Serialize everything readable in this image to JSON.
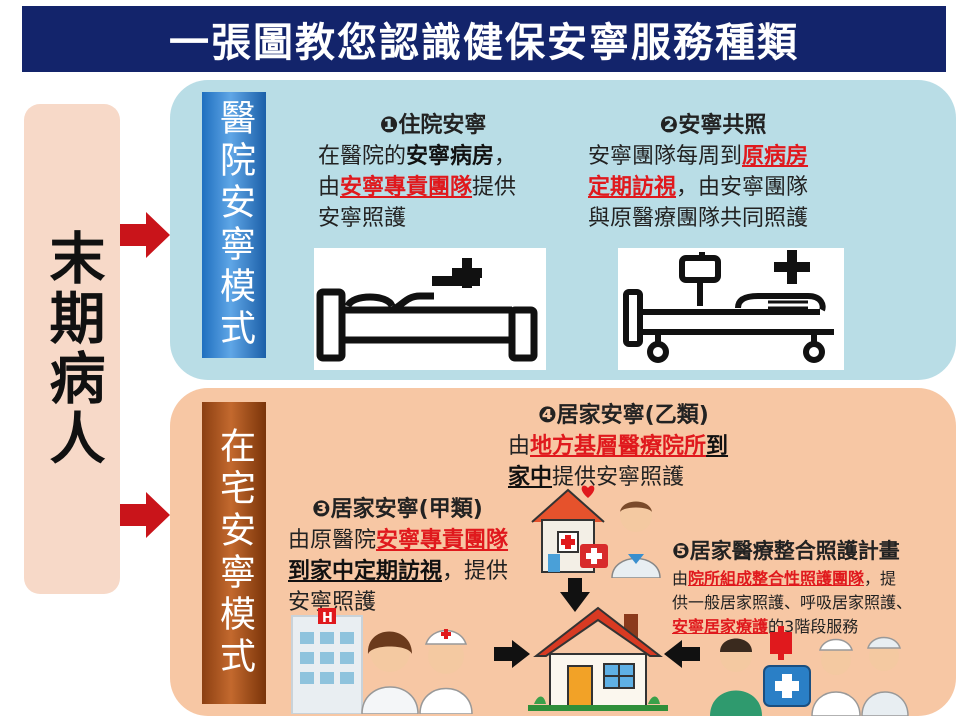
{
  "title": "一張圖教您認識健保安寧服務種類",
  "patient": "末期病人",
  "hospital_mode": {
    "label": "醫院安寧模式",
    "inpatient": {
      "num": "❶",
      "heading": "住院安寧",
      "l1a": "在醫院的",
      "l1b": "安寧病房",
      "l1c": "，",
      "l2a": "由",
      "l2b": "安寧專責團隊",
      "l2c": "提供",
      "l3": "安寧照護"
    },
    "shared": {
      "num": "❷",
      "heading": "安寧共照",
      "l1a": "安寧團隊每周到",
      "l1b": "原病房",
      "l2a": "定期訪視",
      "l2b": "，由安寧團隊",
      "l3": "與原醫療團隊共同照護"
    }
  },
  "home_mode": {
    "label": "在宅安寧模式",
    "typeA": {
      "num": "❸",
      "heading": "居家安寧(甲類)",
      "l1a": "由原醫院",
      "l1b": "安寧專責團隊",
      "l2a": "到家中定期訪視",
      "l2b": "，提供",
      "l3": "安寧照護"
    },
    "typeB": {
      "num": "❹",
      "heading": "居家安寧(乙類)",
      "l1a": "由",
      "l1b": "地方基層醫療院所",
      "l1c": "到",
      "l2a": "家中",
      "l2b": "提供安寧照護"
    },
    "integrated": {
      "num": "❺",
      "heading": "居家醫療整合照護計畫",
      "l1a": "由",
      "l1b": "院所組成整合性照護團隊",
      "l1c": "，提",
      "l2": "供一般居家照護、呼吸居家照護、",
      "l3a": "安寧居家療護",
      "l3b": "的3階段服務"
    }
  },
  "colors": {
    "title_bg": "#13246b",
    "hospital_panel": "#b9dde6",
    "home_panel": "#f7c7a4",
    "patient_box": "#f7d9c8",
    "arrow_red": "#c9141a",
    "highlight_red": "#e0191d"
  },
  "icons": [
    "hospital-bed-icon",
    "iv-stretcher-icon",
    "clinic-house-icon",
    "doctor-icon",
    "hospital-building-icon",
    "nurse-icon",
    "home-icon",
    "medical-team-icon",
    "medkit-icon"
  ]
}
